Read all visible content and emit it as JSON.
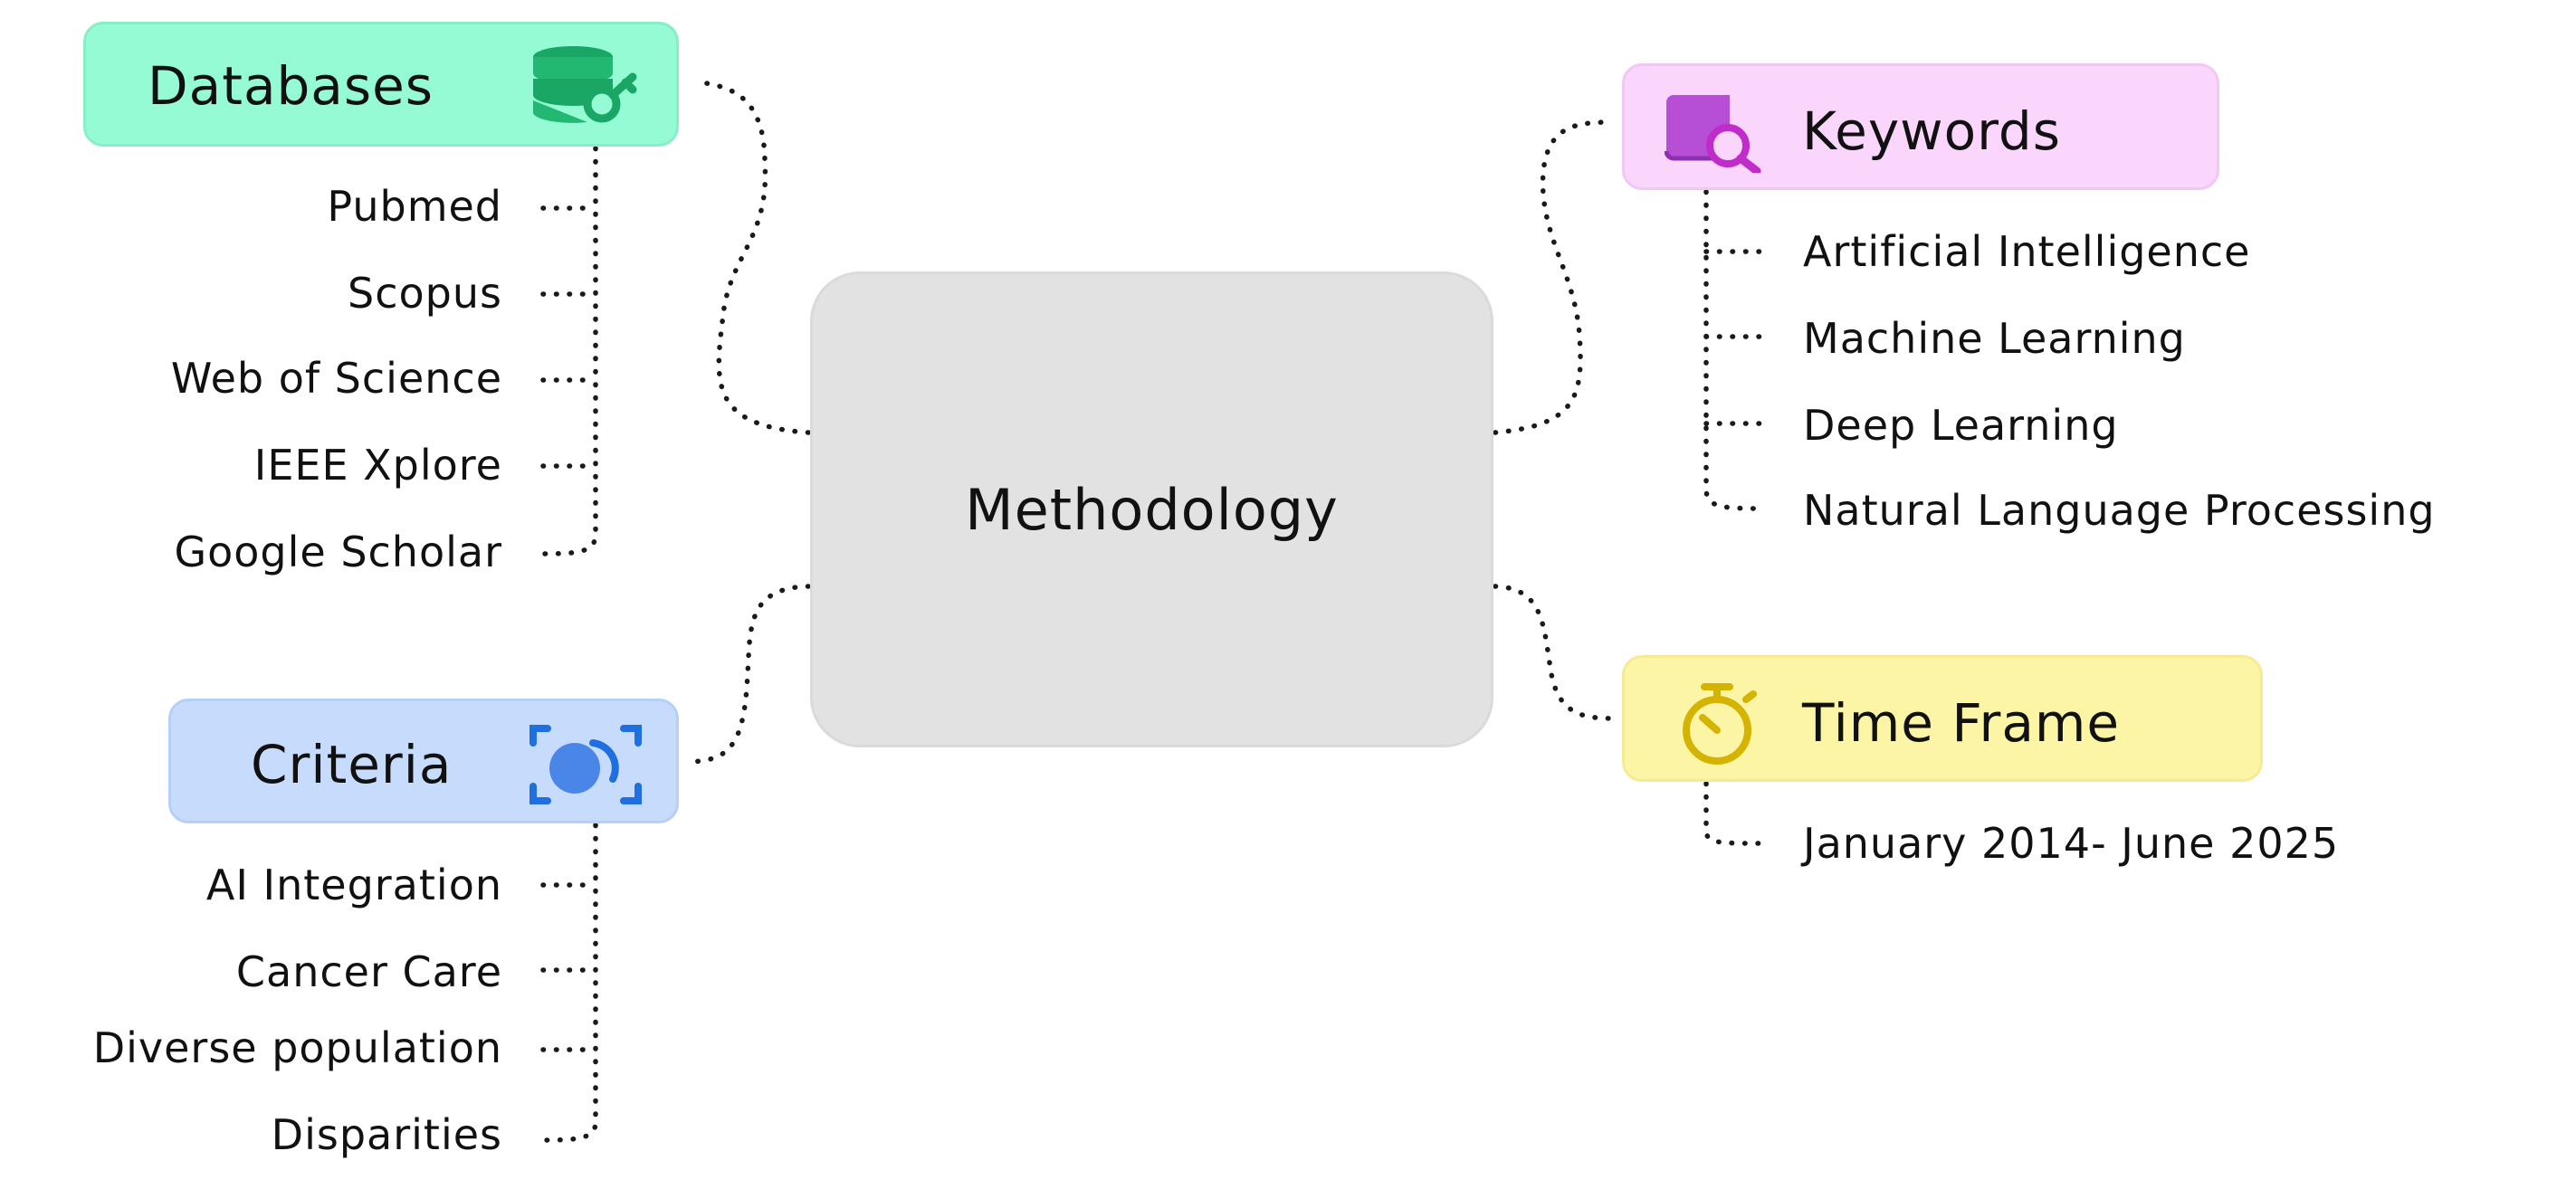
{
  "center": {
    "label": "Methodology"
  },
  "databases": {
    "title": "Databases",
    "icon": "database-key-icon",
    "color": "#95fbd5",
    "items": [
      "Pubmed",
      "Scopus",
      "Web of Science",
      "IEEE Xplore",
      "Google Scholar"
    ]
  },
  "criteria": {
    "title": "Criteria",
    "icon": "focus-target-icon",
    "color": "#c7dcfd",
    "items": [
      "AI Integration",
      "Cancer Care",
      "Diverse population",
      "Disparities"
    ]
  },
  "keywords": {
    "title": "Keywords",
    "icon": "book-search-icon",
    "color": "#fad5fc",
    "items": [
      "Artificial Intelligence",
      "Machine Learning",
      "Deep Learning",
      "Natural Language Processing"
    ]
  },
  "timeframe": {
    "title": "Time Frame",
    "icon": "stopwatch-icon",
    "color": "#fdf5a6",
    "items": [
      "January 2014- June 2025"
    ]
  }
}
